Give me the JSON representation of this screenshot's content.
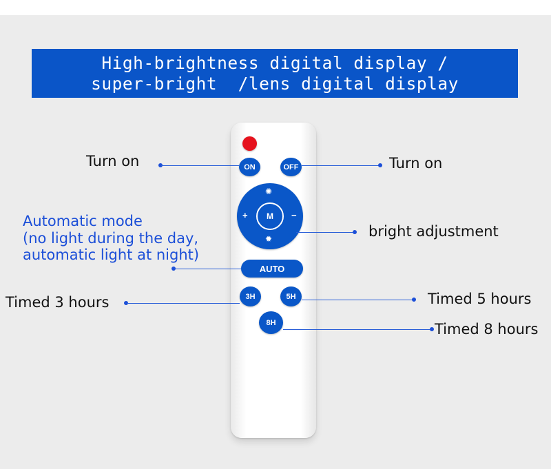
{
  "banner": {
    "line1": "High-brightness digital display /",
    "line2": "super-bright  /lens digital display"
  },
  "remote": {
    "on_label": "ON",
    "off_label": "OFF",
    "mode_label": "M",
    "plus_label": "+",
    "minus_label": "−",
    "auto_label": "AUTO",
    "timer3_label": "3H",
    "timer5_label": "5H",
    "timer8_label": "8H"
  },
  "labels": {
    "turn_on_left": "Turn on",
    "turn_on_right": "Turn on",
    "automatic_line1": "Automatic mode",
    "automatic_line2": "(no light during the day,",
    "automatic_line3": "automatic light at night)",
    "bright": "bright adjustment",
    "timed3": "Timed 3 hours",
    "timed5": "Timed 5 hours",
    "timed8": "Timed 8 hours"
  },
  "colors": {
    "banner_blue": "#0a55c8",
    "button_blue": "#0a57c8",
    "power_red": "#e6121d",
    "label_blue": "#1c4fd8"
  }
}
